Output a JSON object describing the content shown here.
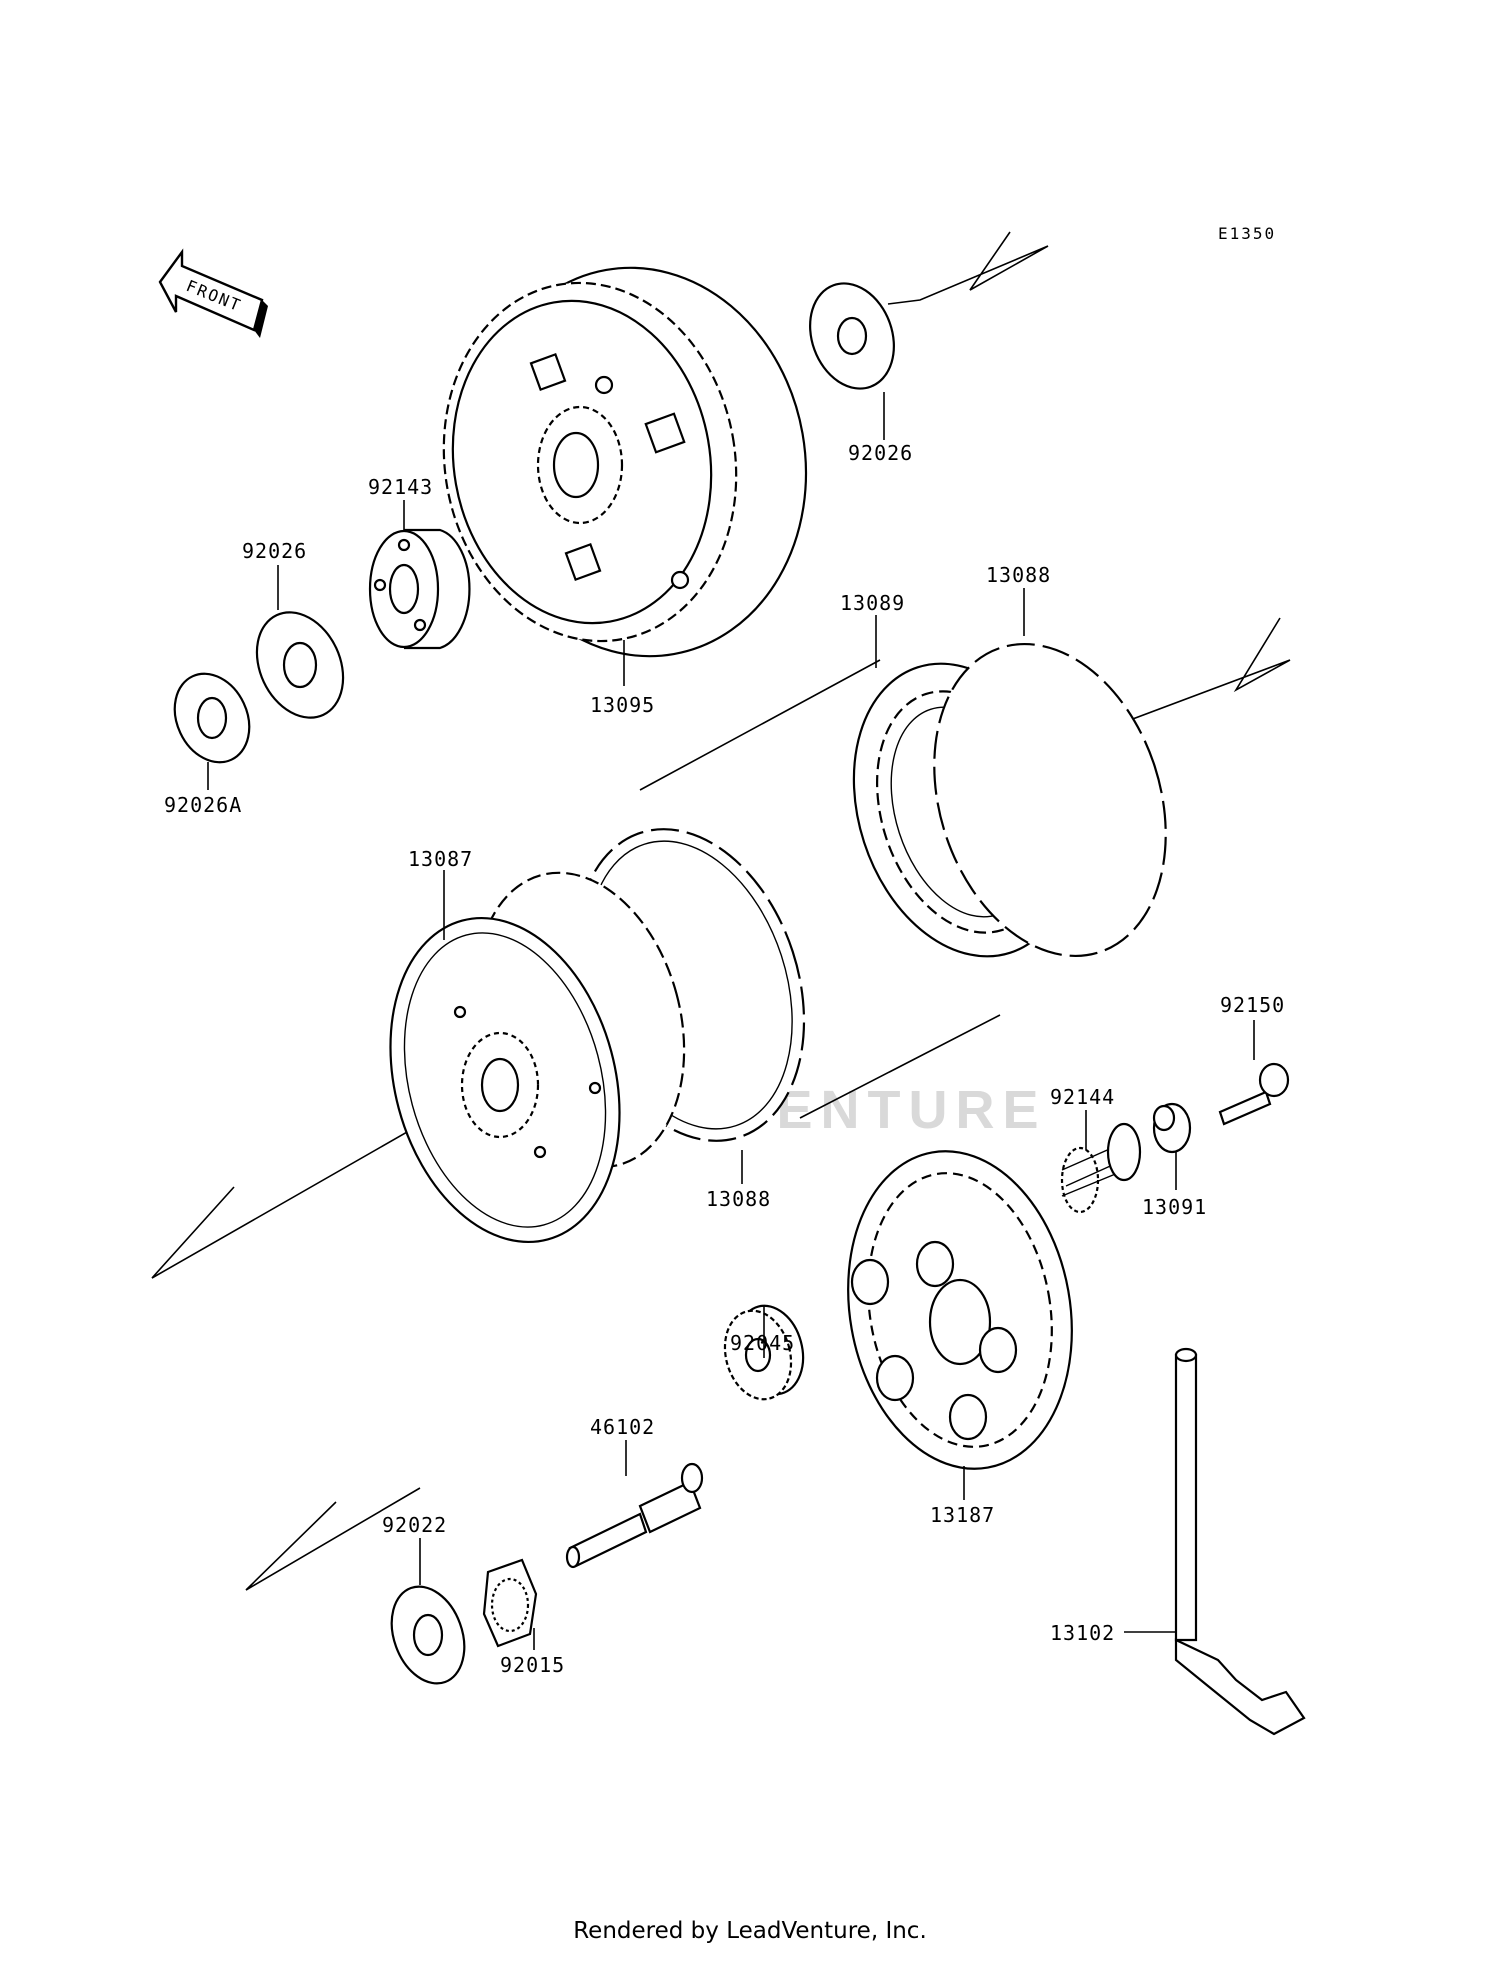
{
  "diagram": {
    "code": "E1350",
    "front_label": "FRONT",
    "watermark": "LEADVENTURE",
    "parts": [
      {
        "id": "p92026-top",
        "number": "92026"
      },
      {
        "id": "p92143",
        "number": "92143"
      },
      {
        "id": "p92026-left",
        "number": "92026"
      },
      {
        "id": "p13095",
        "number": "13095"
      },
      {
        "id": "p92026A",
        "number": "92026A"
      },
      {
        "id": "p13089",
        "number": "13089"
      },
      {
        "id": "p13088-top",
        "number": "13088"
      },
      {
        "id": "p13087",
        "number": "13087"
      },
      {
        "id": "p13088-bottom",
        "number": "13088"
      },
      {
        "id": "p92150",
        "number": "92150"
      },
      {
        "id": "p92144",
        "number": "92144"
      },
      {
        "id": "p13091",
        "number": "13091"
      },
      {
        "id": "p92045",
        "number": "92045"
      },
      {
        "id": "p46102",
        "number": "46102"
      },
      {
        "id": "p13187",
        "number": "13187"
      },
      {
        "id": "p92022",
        "number": "92022"
      },
      {
        "id": "p92015",
        "number": "92015"
      },
      {
        "id": "p13102",
        "number": "13102"
      }
    ]
  },
  "footer": {
    "text": "Rendered by LeadVenture, Inc."
  }
}
